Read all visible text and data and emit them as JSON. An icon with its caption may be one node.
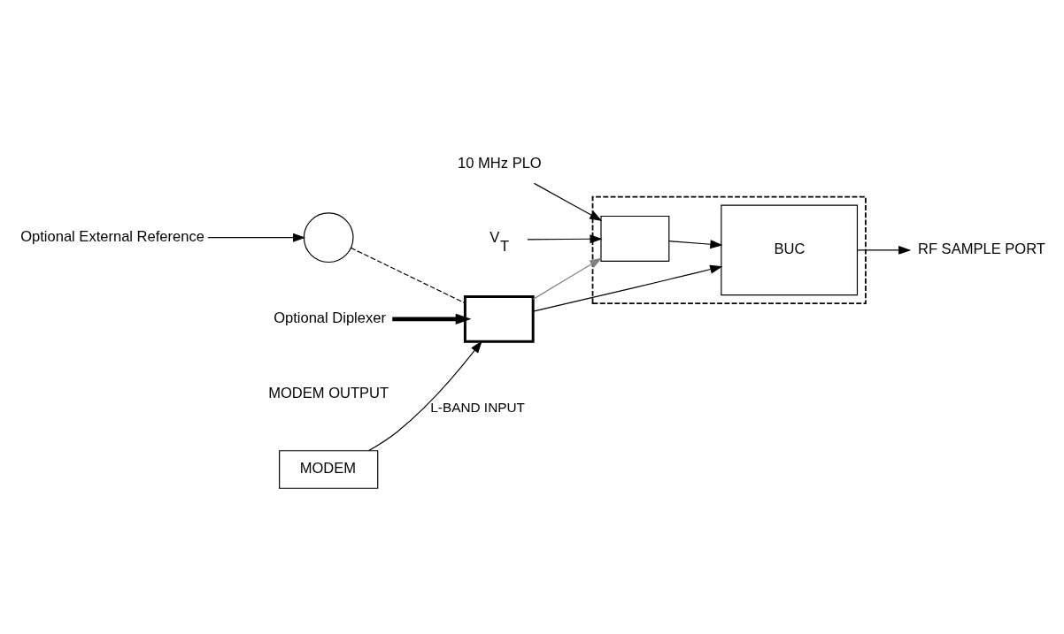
{
  "diagram": {
    "nodes": [
      {
        "text": [
          "Optional External Reference"
        ]
      },
      {
        "text": [],
        "shape": "circle"
      },
      {
        "text": [
          "Optional Diplexer"
        ]
      },
      {
        "text": [],
        "shape": "box"
      },
      {
        "text": [],
        "shape": "box"
      },
      {
        "text": [],
        "shape": "box",
        "in": 4
      },
      {
        "text": [
          "10 MHz PLO"
        ]
      },
      {
        "text": [
          "V$_{T}$"
        ]
      },
      {
        "text": [
          "BUC"
        ],
        "in": 4
      },
      {
        "text": [
          "RF SAMPLE PORT"
        ]
      },
      {
        "text": [
          "MODEM"
        ]
      }
    ],
    "edges": [
      {
        "from": 0,
        "to": 1,
        "arrow": "to"
      },
      {
        "from": 1,
        "to": 3,
        "arrow": "none",
        "style": "dashed"
      },
      {
        "from": 2,
        "to": 3,
        "arrow": "to",
        "style": "thick"
      },
      {
        "from": 10,
        "to": 3,
        "arrow": "to",
        "label": "L-BAND INPUT"
      },
      {
        "from": 3,
        "to": 8,
        "arrow": "to"
      },
      {
        "from": 3,
        "to": 5,
        "arrow": "to",
        "color": "#808080"
      },
      {
        "from": 6,
        "to": 5,
        "arrow": "to"
      },
      {
        "from": 7,
        "to": 5,
        "arrow": "to"
      },
      {
        "from": 5,
        "to": 8,
        "arrow": "to"
      },
      {
        "from": 8,
        "to": 9,
        "arrow": "to"
      }
    ],
    "labels": [
      "MODEM OUTPUT"
    ]
  }
}
